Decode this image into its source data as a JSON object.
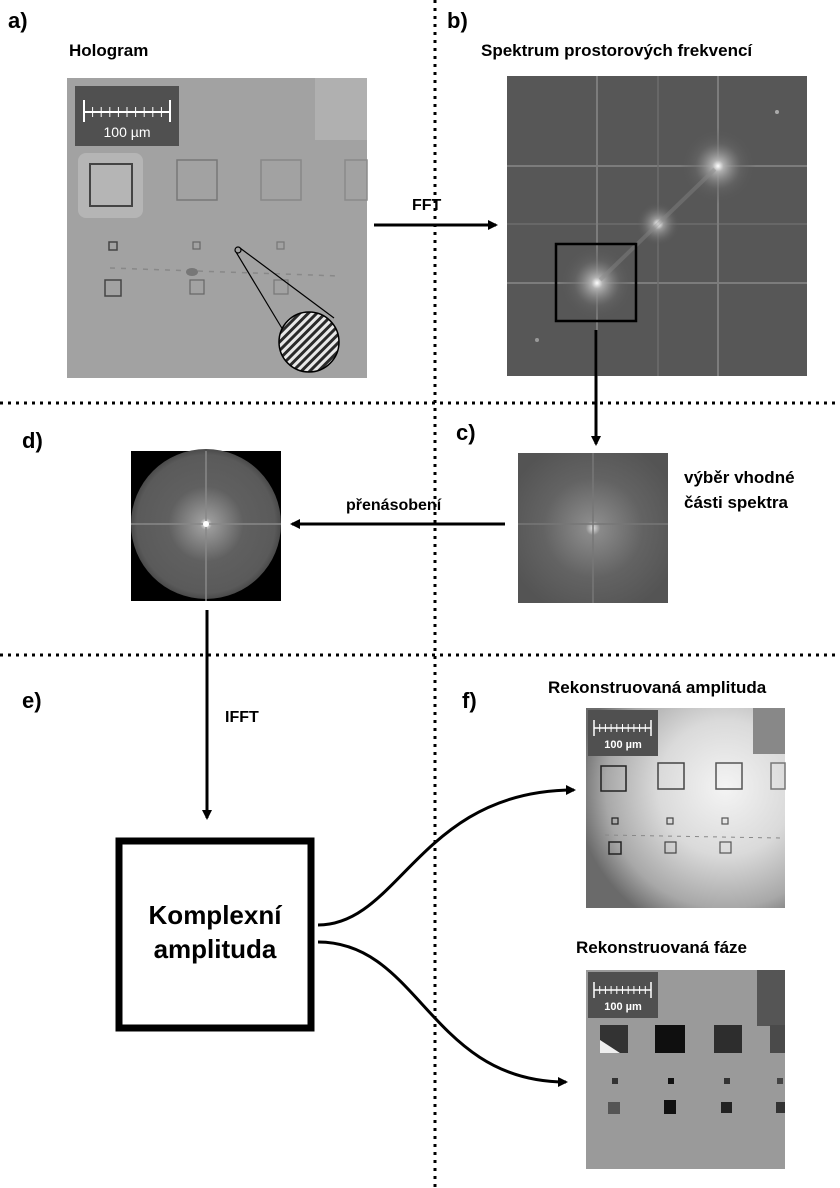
{
  "panels": {
    "a": {
      "letter": "a)",
      "title": "Hologram",
      "scale_label": "100 µm"
    },
    "b": {
      "letter": "b)",
      "title": "Spektrum prostorových frekvencí"
    },
    "c": {
      "letter": "c)",
      "caption_line1": "výběr vhodné",
      "caption_line2": "části spektra"
    },
    "d": {
      "letter": "d)"
    },
    "e": {
      "letter": "e)",
      "box_line1": "Komplexní",
      "box_line2": "amplituda"
    },
    "f": {
      "letter": "f)",
      "amplitude_title": "Rekonstruovaná amplituda",
      "phase_title": "Rekonstruovaná fáze",
      "amplitude_scale_label": "100 µm",
      "phase_scale_label": "100 µm"
    }
  },
  "arrows": {
    "fft": "FFT",
    "multiply": "přenásobení",
    "ifft": "IFFT"
  }
}
